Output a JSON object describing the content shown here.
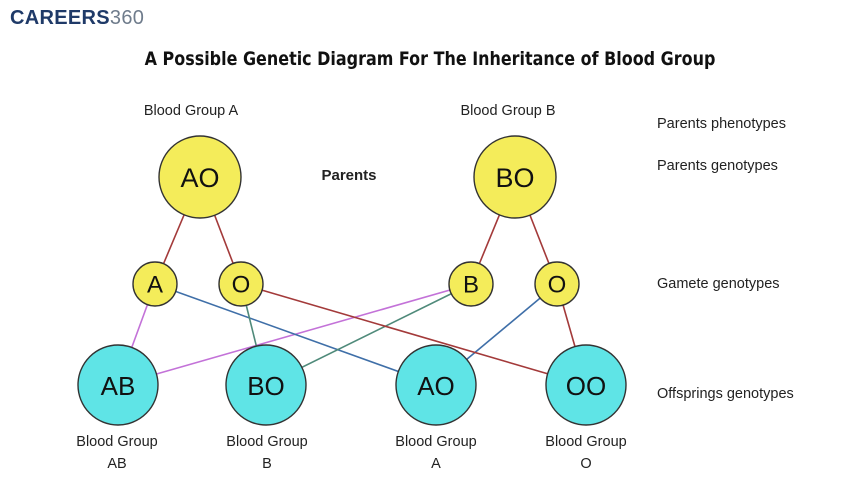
{
  "logo": {
    "part1": "CAREERS",
    "part2": "360"
  },
  "title": "A Possible Genetic Diagram For The Inheritance of Blood Group",
  "center_label": "Parents",
  "colors": {
    "parent_fill": "#f4ec5a",
    "gamete_fill": "#f4ec5a",
    "offspring_fill": "#5fe4e6",
    "outline": "#333333",
    "line_red": "#a33a3a",
    "line_purple": "#c372d8",
    "line_blue": "#3f6fa8",
    "line_green": "#4f8a7a"
  },
  "parents": [
    {
      "id": "pA",
      "label": "AO",
      "phenotype": "Blood Group A"
    },
    {
      "id": "pB",
      "label": "BO",
      "phenotype": "Blood Group B"
    }
  ],
  "gametes": [
    {
      "id": "gA",
      "label": "A"
    },
    {
      "id": "gO1",
      "label": "O"
    },
    {
      "id": "gB",
      "label": "B"
    },
    {
      "id": "gO2",
      "label": "O"
    }
  ],
  "offspring": [
    {
      "id": "oAB",
      "label": "AB",
      "group_line1": "Blood Group",
      "group_line2": "AB"
    },
    {
      "id": "oBO",
      "label": "BO",
      "group_line1": "Blood Group",
      "group_line2": "B"
    },
    {
      "id": "oAO",
      "label": "AO",
      "group_line1": "Blood Group",
      "group_line2": "A"
    },
    {
      "id": "oOO",
      "label": "OO",
      "group_line1": "Blood Group",
      "group_line2": "O"
    }
  ],
  "connections": [
    {
      "from": "pA",
      "to": "gA",
      "color": "line_red"
    },
    {
      "from": "pA",
      "to": "gO1",
      "color": "line_red"
    },
    {
      "from": "pB",
      "to": "gB",
      "color": "line_red"
    },
    {
      "from": "pB",
      "to": "gO2",
      "color": "line_red"
    },
    {
      "from": "gA",
      "to": "oAB",
      "color": "line_purple"
    },
    {
      "from": "gB",
      "to": "oAB",
      "color": "line_purple"
    },
    {
      "from": "gA",
      "to": "oAO",
      "color": "line_blue"
    },
    {
      "from": "gO2",
      "to": "oAO",
      "color": "line_blue"
    },
    {
      "from": "gO1",
      "to": "oBO",
      "color": "line_green"
    },
    {
      "from": "gB",
      "to": "oBO",
      "color": "line_green"
    },
    {
      "from": "gO1",
      "to": "oOO",
      "color": "line_red"
    },
    {
      "from": "gO2",
      "to": "oOO",
      "color": "line_red"
    }
  ],
  "side_labels": {
    "phenotypes": "Parents phenotypes",
    "genotypes": "Parents genotypes",
    "gametes": "Gamete genotypes",
    "offspring": "Offsprings genotypes"
  }
}
